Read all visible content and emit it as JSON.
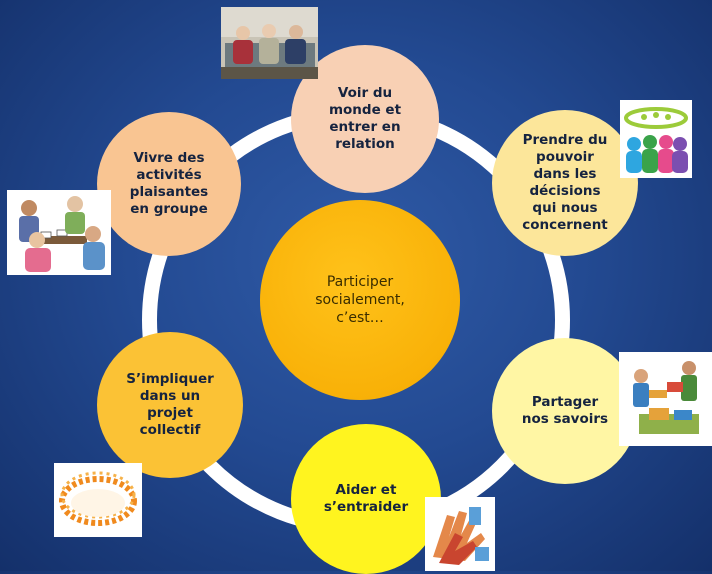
{
  "center": {
    "label": "Participer\nsocialement,\nc’est…"
  },
  "nodes": {
    "top": "Voir du\nmonde et\nentrer en\nrelation",
    "top_right": "Prendre du\npouvoir\ndans les\ndécisions\nqui nous\nconcernent",
    "bottom_right": "Partager\nnos savoirs",
    "bottom": "Aider et\ns’entraider",
    "bottom_left": "S’impliquer\ndans un\nprojet\ncollectif",
    "top_left": "Vivre des\nactivités\nplaisantes\nen groupe"
  },
  "colors": {
    "background": "#234a92",
    "ring": "#ffffff",
    "center": "#f6aa00",
    "top": "#f8d0b4",
    "top_right": "#fce69a",
    "bottom_right": "#fff6a4",
    "bottom": "#fff41f",
    "bottom_left": "#fbc235",
    "top_left": "#f9c592"
  },
  "images": [
    {
      "name": "seniors-photo",
      "subject": "three seniors seated on a couch"
    },
    {
      "name": "group-people-icon",
      "subject": "group of colored people figures"
    },
    {
      "name": "puzzle-workers-clipart",
      "subject": "people assembling puzzle pieces"
    },
    {
      "name": "helping-hands-clipart",
      "subject": "helping hands"
    },
    {
      "name": "circle-of-people-icon",
      "subject": "orange figures in a circle"
    },
    {
      "name": "card-players-clipart",
      "subject": "people playing cards at a table"
    }
  ]
}
